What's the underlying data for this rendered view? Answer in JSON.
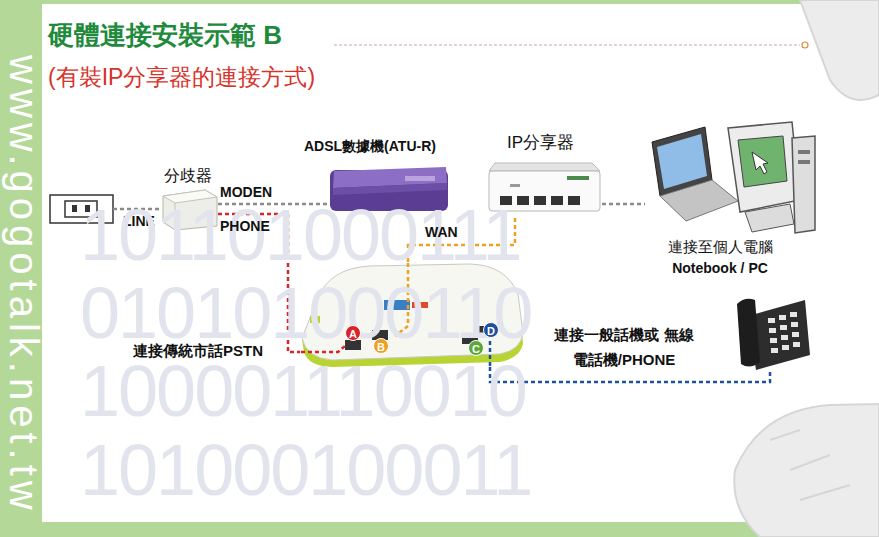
{
  "diagram": {
    "title": "硬體連接安裝示範 B",
    "nodes": [
      {
        "text": [
          "分歧器"
        ]
      },
      {
        "text": [
          "ADSL數據機(ATU-R)"
        ]
      },
      {
        "text": [
          "IP分享器"
        ]
      },
      {
        "text": [
          "連接至個人電腦",
          "Notebook / PC"
        ]
      },
      {
        "text": [
          "A",
          "B",
          "C",
          "D"
        ]
      },
      {
        "text": [
          "連接一般話機或 無線電話機/PHONE"
        ]
      }
    ],
    "edges": [
      {
        "from": 0,
        "to": 1,
        "label": "MODEN",
        "arrow": "none"
      },
      {
        "from": 0,
        "to": 4,
        "label": "PHONE",
        "arrow": "none"
      },
      {
        "from": 4,
        "to": 2,
        "label": "WAN",
        "arrow": "none"
      },
      {
        "from": 2,
        "to": 3,
        "arrow": "none"
      },
      {
        "from": 4,
        "to": 5,
        "arrow": "none"
      }
    ],
    "labels": [
      "(有裝IP分享器的連接方式)",
      "www.gogotalk.net.tw",
      "LINE",
      "連接傳統市話PSTN",
      "101101000111",
      "010101000110",
      "100001110010",
      "101000100011"
    ]
  }
}
